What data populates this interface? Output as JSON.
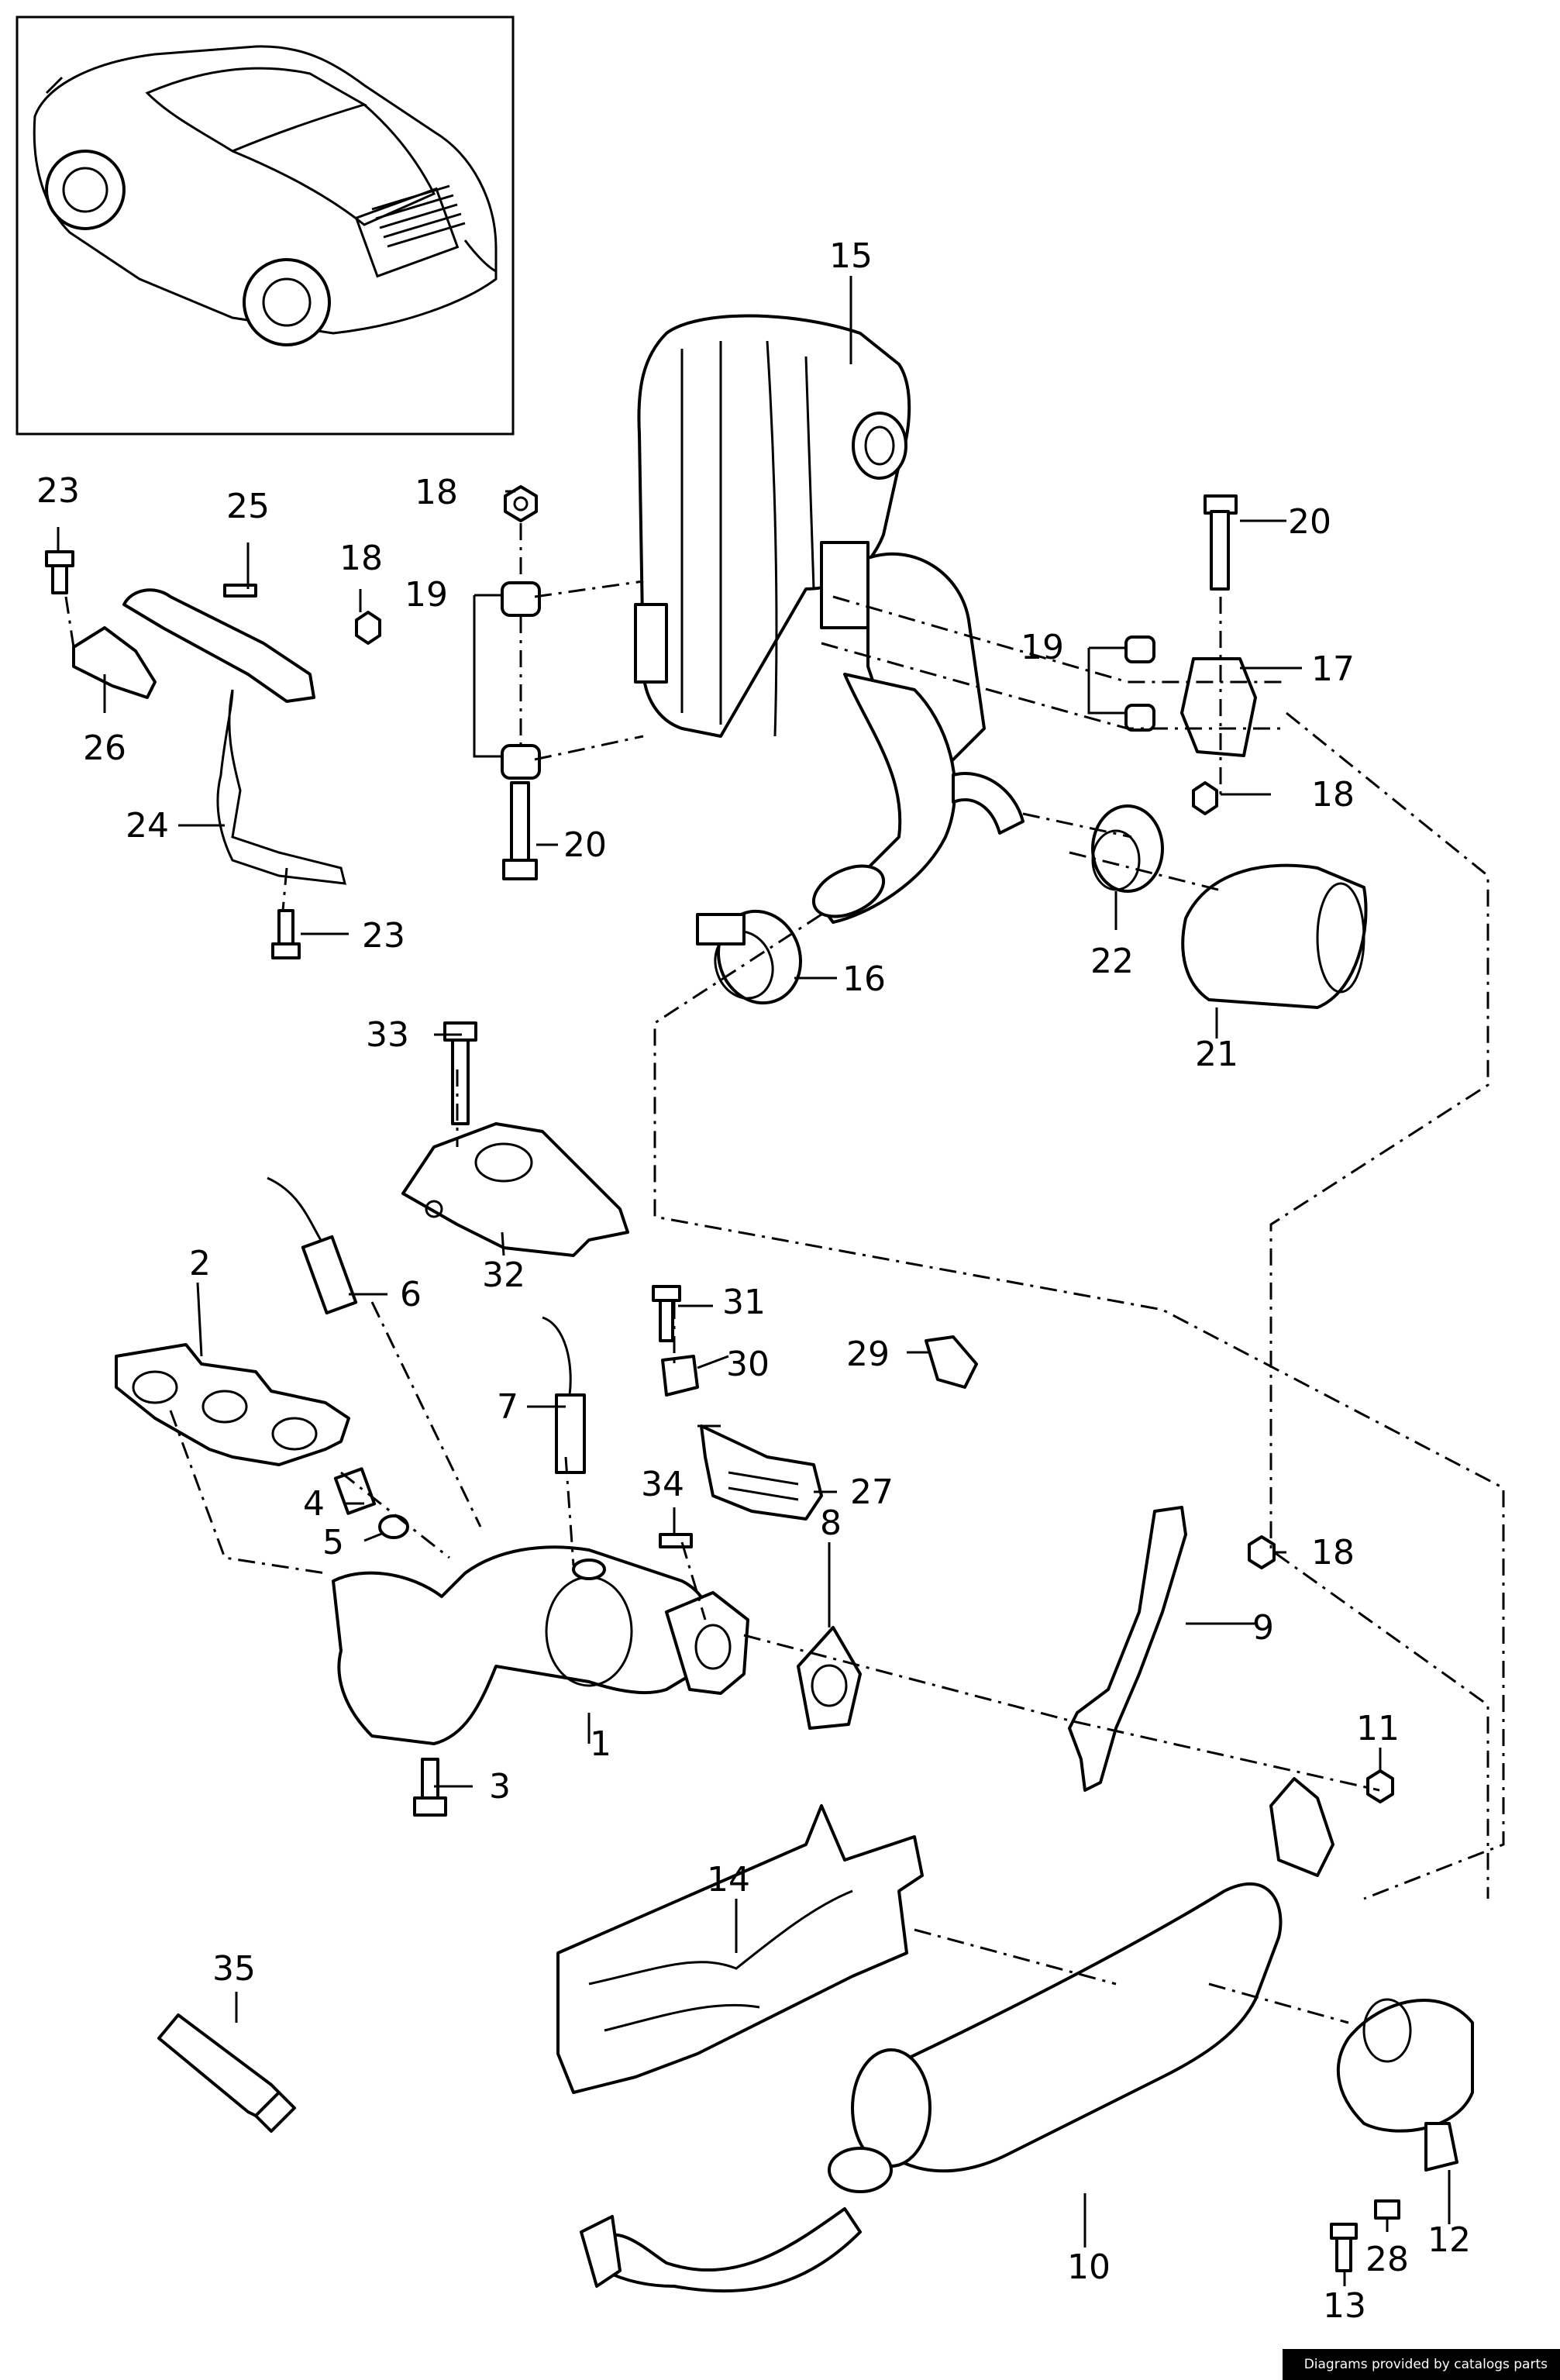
{
  "parts": [
    {
      "id": "1",
      "label": "1"
    },
    {
      "id": "2",
      "label": "2"
    },
    {
      "id": "3",
      "label": "3"
    },
    {
      "id": "4",
      "label": "4"
    },
    {
      "id": "5",
      "label": "5"
    },
    {
      "id": "6",
      "label": "6"
    },
    {
      "id": "7",
      "label": "7"
    },
    {
      "id": "8",
      "label": "8"
    },
    {
      "id": "9",
      "label": "9"
    },
    {
      "id": "10",
      "label": "10"
    },
    {
      "id": "11",
      "label": "11"
    },
    {
      "id": "12",
      "label": "12"
    },
    {
      "id": "13",
      "label": "13"
    },
    {
      "id": "14",
      "label": "14"
    },
    {
      "id": "15",
      "label": "15"
    },
    {
      "id": "16",
      "label": "16"
    },
    {
      "id": "17",
      "label": "17"
    },
    {
      "id": "18a",
      "label": "18"
    },
    {
      "id": "18b",
      "label": "18"
    },
    {
      "id": "18c",
      "label": "18"
    },
    {
      "id": "18d",
      "label": "18"
    },
    {
      "id": "19a",
      "label": "19"
    },
    {
      "id": "19b",
      "label": "19"
    },
    {
      "id": "20a",
      "label": "20"
    },
    {
      "id": "20b",
      "label": "20"
    },
    {
      "id": "21",
      "label": "21"
    },
    {
      "id": "22",
      "label": "22"
    },
    {
      "id": "23a",
      "label": "23"
    },
    {
      "id": "23b",
      "label": "23"
    },
    {
      "id": "24",
      "label": "24"
    },
    {
      "id": "25",
      "label": "25"
    },
    {
      "id": "26",
      "label": "26"
    },
    {
      "id": "27",
      "label": "27"
    },
    {
      "id": "28",
      "label": "28"
    },
    {
      "id": "29",
      "label": "29"
    },
    {
      "id": "30",
      "label": "30"
    },
    {
      "id": "31",
      "label": "31"
    },
    {
      "id": "32",
      "label": "32"
    },
    {
      "id": "33",
      "label": "33"
    },
    {
      "id": "34",
      "label": "34"
    },
    {
      "id": "35",
      "label": "35"
    }
  ],
  "credit": "Diagrams provided by catalogs parts"
}
